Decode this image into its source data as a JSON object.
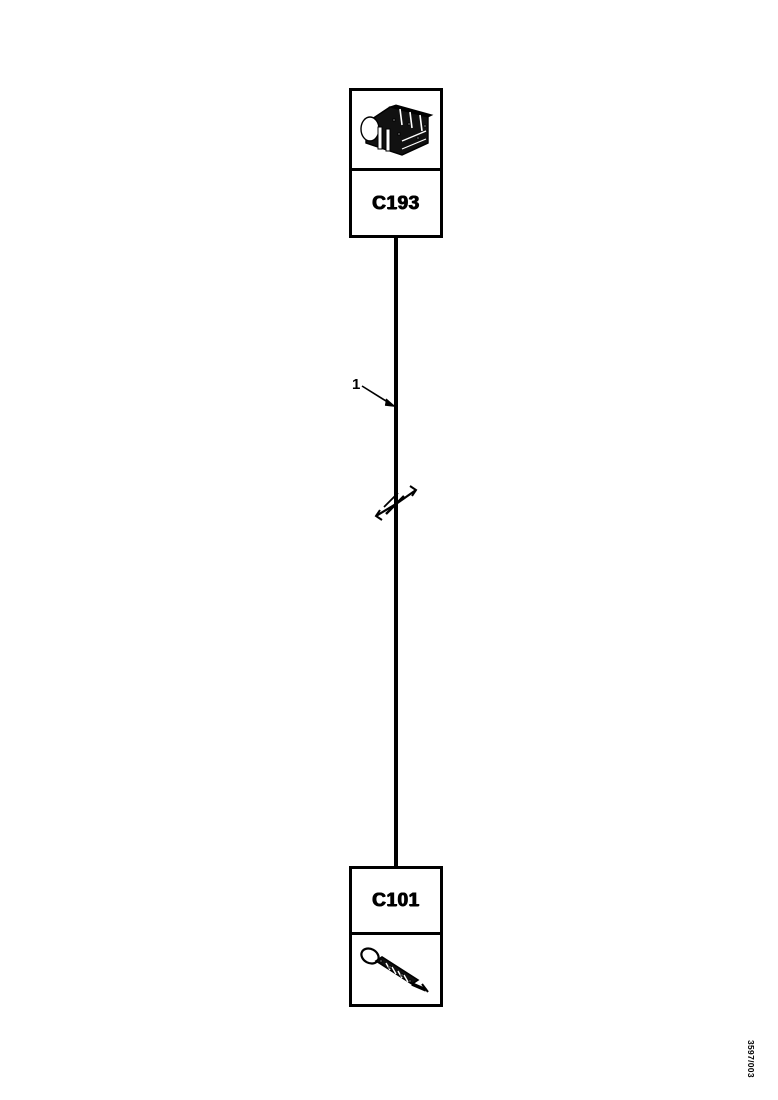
{
  "diagram": {
    "title": "Automotive wiring connector diagram",
    "background_color": "#ffffff",
    "line_color": "#000000",
    "connectors": [
      {
        "id": "C193",
        "position": "top",
        "illustration": "connector-housing-icon",
        "illustration_label": "multi-pin connector housing"
      },
      {
        "id": "C101",
        "position": "bottom",
        "illustration": "ring-terminal-icon",
        "illustration_label": "ground ring terminal"
      }
    ],
    "wire": {
      "callout_number": "1",
      "has_break_symbol": true,
      "break_symbol_name": "wire-break-marker"
    },
    "reference_code": "3597/003"
  }
}
